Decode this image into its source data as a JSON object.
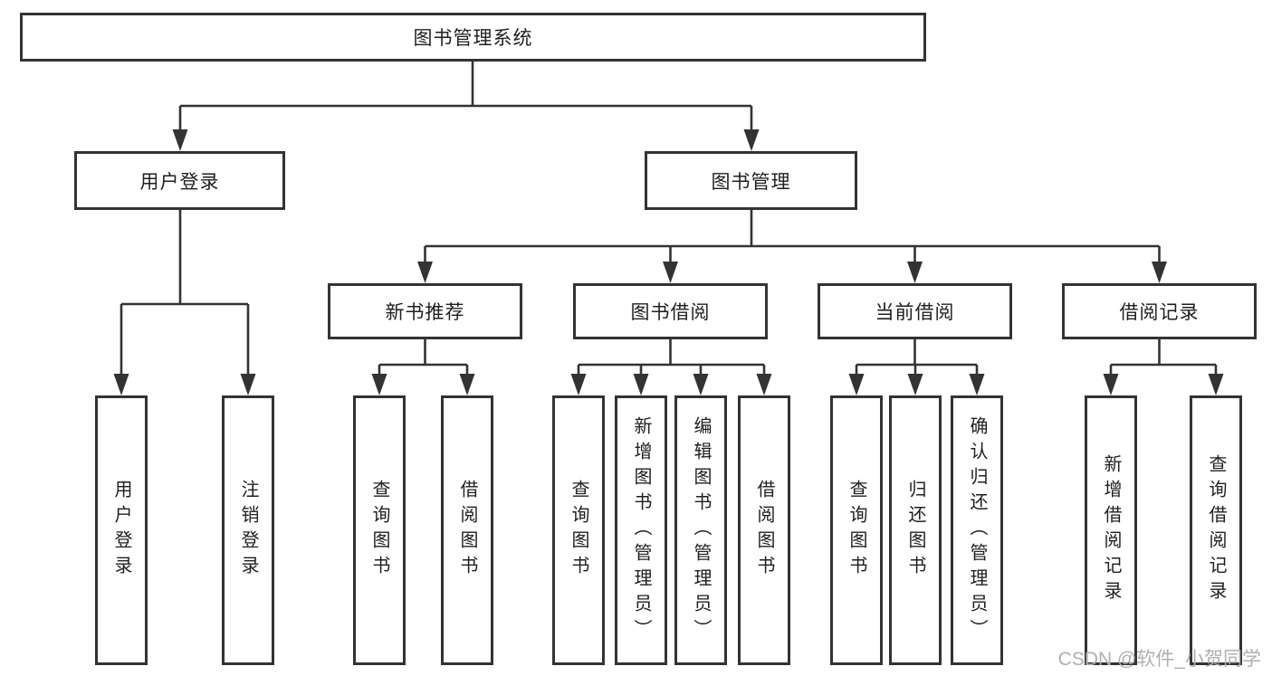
{
  "tree": {
    "label": "图书管理系统",
    "children": [
      {
        "label": "用户登录",
        "children": [
          {
            "label": "用户登录"
          },
          {
            "label": "注销登录"
          }
        ]
      },
      {
        "label": "图书管理",
        "children": [
          {
            "label": "新书推荐",
            "children": [
              {
                "label": "查询图书"
              },
              {
                "label": "借阅图书"
              }
            ]
          },
          {
            "label": "图书借阅",
            "children": [
              {
                "label": "查询图书"
              },
              {
                "label": "新增图书（管理员）"
              },
              {
                "label": "编辑图书（管理员）"
              },
              {
                "label": "借阅图书"
              }
            ]
          },
          {
            "label": "当前借阅",
            "children": [
              {
                "label": "查询图书"
              },
              {
                "label": "归还图书"
              },
              {
                "label": "确认归还（管理员）"
              }
            ]
          },
          {
            "label": "借阅记录",
            "children": [
              {
                "label": "新增借阅记录"
              },
              {
                "label": "查询借阅记录"
              }
            ]
          }
        ]
      }
    ]
  },
  "watermark": "CSDN @软件_小贺同学",
  "colors": {
    "line": "#333333",
    "text": "#1f1f1f",
    "background": "#ffffff",
    "watermark": "#b0b0b0"
  }
}
